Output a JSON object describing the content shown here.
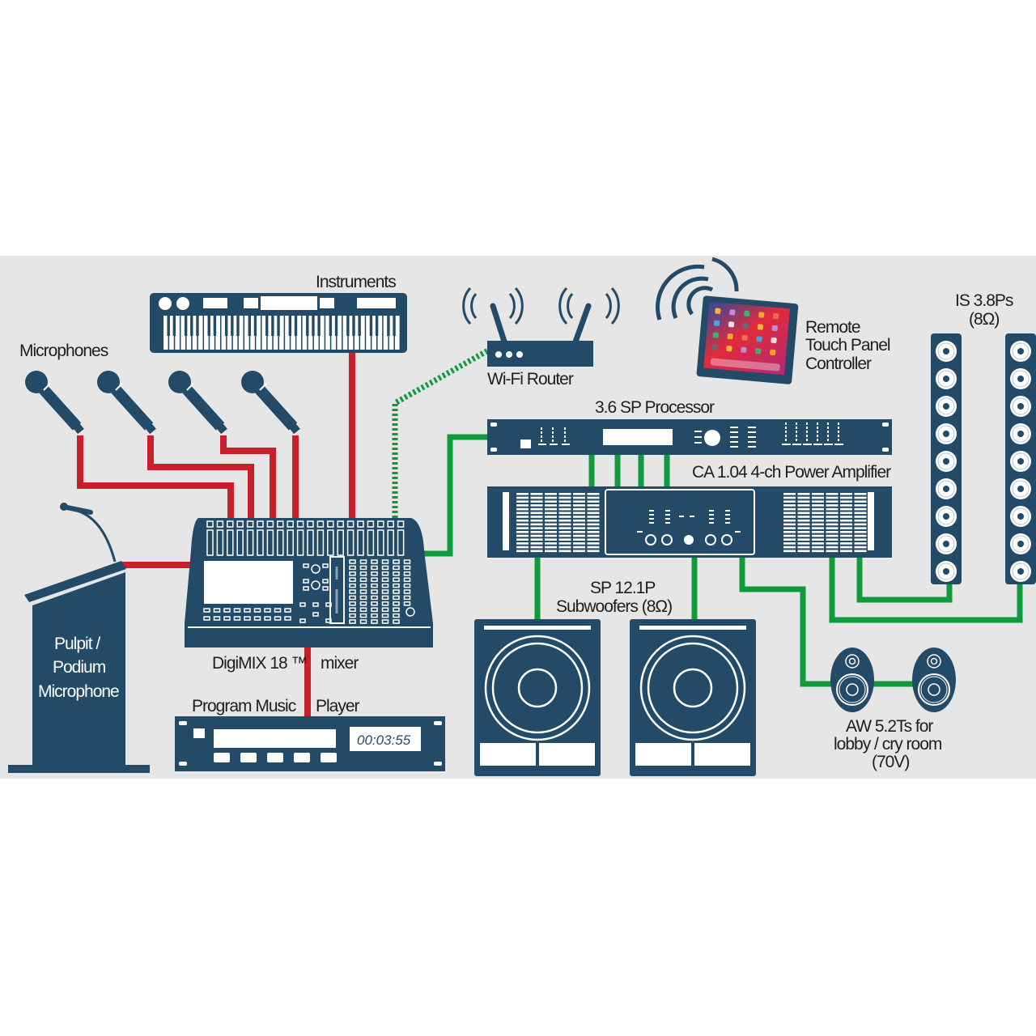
{
  "colors": {
    "panel_bg": "#e6e6e6",
    "device": "#234a67",
    "audio_cable": "#c8202a",
    "network_cable": "#0f9a3c",
    "text": "#1e1e1e"
  },
  "labels": {
    "microphones": "Microphones",
    "instruments": "Instruments",
    "wifi_router": "Wi-Fi Router",
    "remote_line1": "Remote",
    "remote_line2": "Touch Panel",
    "remote_line3": "Controller",
    "column_speakers_line1": "IS 3.8Ps",
    "column_speakers_line2": "(8Ω)",
    "processor": "3.6 SP Processor",
    "amplifier": "CA 1.04 4-ch Power Amplifier",
    "pulpit_line1": "Pulpit /",
    "pulpit_line2": "Podium",
    "pulpit_line3": "Microphone",
    "mixer_left": "DigiMIX 18 ™",
    "mixer_right": "mixer",
    "player_left": "Program Music",
    "player_right": "Player",
    "player_time": "00:03:55",
    "subs_line1": "SP 12.1P",
    "subs_line2": "Subwoofers (8Ω)",
    "aw_line1": "AW 5.2Ts for",
    "aw_line2": "lobby / cry room",
    "aw_line3": "(70V)"
  },
  "devices": [
    {
      "id": "microphone",
      "count": 4
    },
    {
      "id": "keyboard",
      "name": "Instruments"
    },
    {
      "id": "router",
      "name": "Wi-Fi Router"
    },
    {
      "id": "tablet",
      "name": "Remote Touch Panel Controller"
    },
    {
      "id": "column-speaker",
      "count": 2,
      "drivers_each": 9
    },
    {
      "id": "processor",
      "name": "3.6 SP Processor"
    },
    {
      "id": "amplifier",
      "name": "CA 1.04 4-ch Power Amplifier",
      "channels": 4
    },
    {
      "id": "mixer",
      "name": "DigiMIX 18"
    },
    {
      "id": "pulpit",
      "name": "Pulpit / Podium Microphone"
    },
    {
      "id": "player",
      "name": "Program Music Player"
    },
    {
      "id": "subwoofer",
      "count": 2
    },
    {
      "id": "wall-speaker",
      "count": 2
    }
  ],
  "connections": [
    {
      "from": "microphone-1",
      "to": "mixer",
      "type": "audio"
    },
    {
      "from": "microphone-2",
      "to": "mixer",
      "type": "audio"
    },
    {
      "from": "microphone-3",
      "to": "mixer",
      "type": "audio"
    },
    {
      "from": "microphone-4",
      "to": "mixer",
      "type": "audio"
    },
    {
      "from": "keyboard",
      "to": "mixer",
      "type": "audio"
    },
    {
      "from": "pulpit",
      "to": "mixer",
      "type": "audio"
    },
    {
      "from": "player",
      "to": "mixer",
      "type": "audio"
    },
    {
      "from": "router",
      "to": "mixer",
      "type": "wireless-network"
    },
    {
      "from": "mixer",
      "to": "processor",
      "type": "network"
    },
    {
      "from": "processor",
      "to": "amplifier",
      "type": "network",
      "count": 4
    },
    {
      "from": "amplifier",
      "to": "subwoofer-1",
      "type": "speaker"
    },
    {
      "from": "amplifier",
      "to": "subwoofer-2",
      "type": "speaker"
    },
    {
      "from": "amplifier",
      "to": "wall-speakers",
      "type": "speaker"
    },
    {
      "from": "amplifier",
      "to": "column-speaker-1",
      "type": "speaker"
    },
    {
      "from": "amplifier",
      "to": "column-speaker-2",
      "type": "speaker"
    }
  ]
}
